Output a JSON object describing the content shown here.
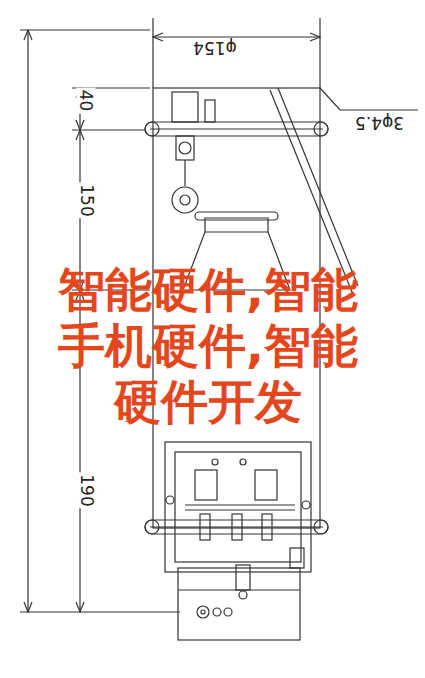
{
  "diagram": {
    "labels": [
      "φ154",
      "40",
      "150",
      "190",
      "3φ4.5",
      "智能硬件,智能 手机硬件,智能 硬件开发"
    ]
  }
}
